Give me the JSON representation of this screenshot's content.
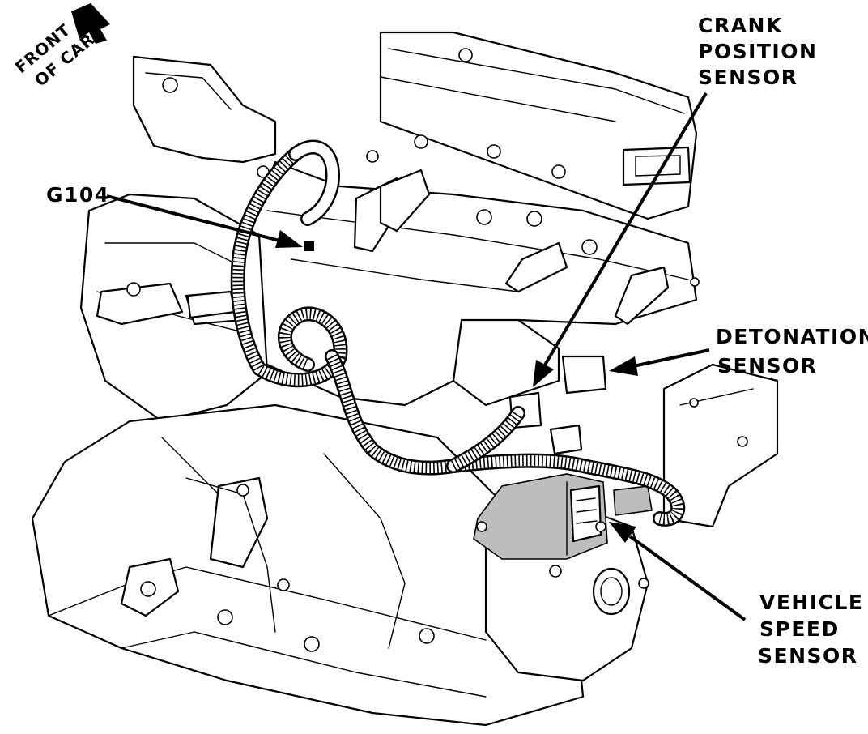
{
  "figure": {
    "front_indicator": {
      "line1": "FRONT",
      "line2": "OF CAR"
    },
    "callouts": {
      "crank_position_sensor": [
        "CRANK",
        "POSITION",
        "SENSOR"
      ],
      "g104": "G104",
      "detonation_sensor": [
        "DETONATION",
        "SENSOR"
      ],
      "vehicle_speed_sensor": [
        "VEHICLE",
        "SPEED",
        "SENSOR"
      ]
    }
  }
}
